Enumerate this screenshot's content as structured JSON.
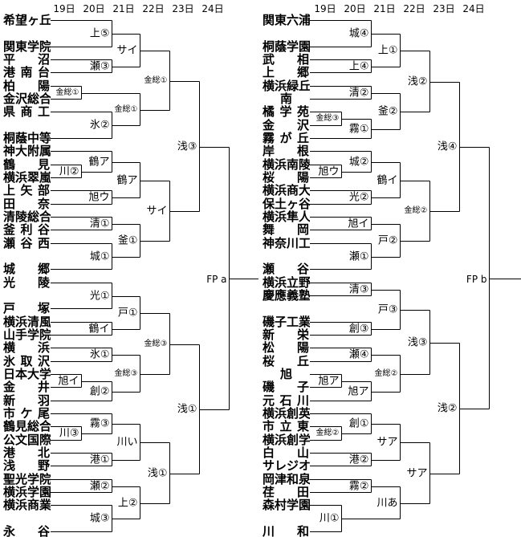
{
  "dates": [
    "19日",
    "20日",
    "21日",
    "22日",
    "23日",
    "24日"
  ],
  "left": {
    "teams": [
      "希望ヶ丘",
      "関東学院",
      "平沼",
      "港南台",
      "柏陽",
      "金沢総合",
      "県商工",
      "桐蔭中等",
      "神大附属",
      "鶴見",
      "横浜翠嵐",
      "上矢部",
      "田奈",
      "清陵総合",
      "釜利谷",
      "瀬谷西",
      "城郷",
      "光陵",
      "戸塚",
      "横浜清風",
      "山手学院",
      "横浜",
      "氷取沢",
      "日本大学",
      "金井",
      "新羽",
      "市ケ尾",
      "鶴見総合",
      "公文国際",
      "港北",
      "浅野",
      "聖光学院",
      "横浜学園",
      "横浜商業",
      "永谷"
    ],
    "venues": [
      "上⑤",
      "瀬③",
      "サイ",
      "金総①",
      "氷②",
      "金総①",
      "金総①",
      "川②",
      "鶴ア",
      "旭ウ",
      "鶴ア",
      "清①",
      "城①",
      "釜①",
      "サイ",
      "浅③",
      "光①",
      "鶴イ",
      "戸①",
      "氷①",
      "旭イ",
      "創②",
      "金総③",
      "金総③",
      "霧③",
      "川③",
      "港①",
      "川い",
      "瀬②",
      "城③",
      "上②",
      "浅①",
      "浅①"
    ],
    "final": "FP a"
  },
  "right": {
    "teams": [
      "関東六浦",
      "桐蔭学園",
      "武相",
      "上郷",
      "横浜緑丘",
      "南",
      "橘学苑",
      "金沢",
      "霧が丘",
      "岸根",
      "横浜南陵",
      "桜陽",
      "横浜商大",
      "保土ヶ谷",
      "横浜隼人",
      "舞岡",
      "神奈川工",
      "瀬谷",
      "横浜立野",
      "慶應義塾",
      "磯子工業",
      "新栄",
      "松陽",
      "桜丘",
      "旭",
      "磯子",
      "元石川",
      "横浜創英",
      "市立東",
      "横浜創学",
      "白山",
      "サレジオ",
      "岡津和泉",
      "荏田",
      "森村学園",
      "川和"
    ],
    "venues": [
      "城④",
      "上④",
      "上①",
      "清②",
      "金総③",
      "霧①",
      "釜②",
      "浅②",
      "旭ウ",
      "城②",
      "光②",
      "鶴イ",
      "旭イ",
      "瀬①",
      "戸②",
      "金総②",
      "浅④",
      "清③",
      "創③",
      "戸③",
      "瀬④",
      "旭ア",
      "旭ア",
      "金総②",
      "浅③",
      "金総②",
      "創①",
      "港②",
      "サア",
      "霧②",
      "川①",
      "川あ",
      "サア",
      "浅②"
    ],
    "final": "FP b"
  }
}
